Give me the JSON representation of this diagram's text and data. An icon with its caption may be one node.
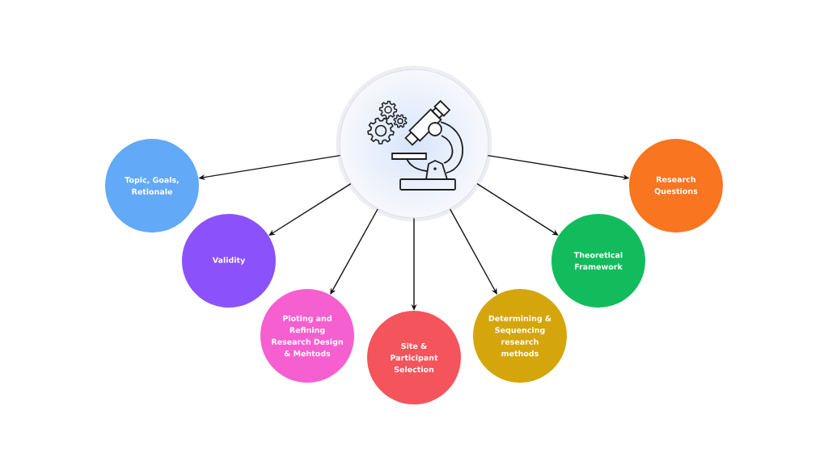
{
  "diagram": {
    "nodes": [
      {
        "text": [],
        "shape": "circle"
      },
      {
        "text": [
          "Topic, Goals, Retionale"
        ]
      },
      {
        "text": [
          "Validity"
        ]
      },
      {
        "text": [
          "Ploting and Refining Research Design & Mehtods"
        ]
      },
      {
        "text": [
          "Site & Participant Selection"
        ]
      },
      {
        "text": [
          "Determining & Sequencing research methods"
        ]
      },
      {
        "text": [
          "Theoretical Framework"
        ]
      },
      {
        "text": [
          "Research Questions"
        ]
      }
    ],
    "edges": [
      {
        "from": 0,
        "to": 1,
        "arrow": "to"
      },
      {
        "from": 0,
        "to": 2,
        "arrow": "to"
      },
      {
        "from": 0,
        "to": 3,
        "arrow": "to"
      },
      {
        "from": 0,
        "to": 4,
        "arrow": "to"
      },
      {
        "from": 0,
        "to": 5,
        "arrow": "to"
      },
      {
        "from": 0,
        "to": 6,
        "arrow": "to"
      },
      {
        "from": 0,
        "to": 7,
        "arrow": "to"
      }
    ]
  }
}
